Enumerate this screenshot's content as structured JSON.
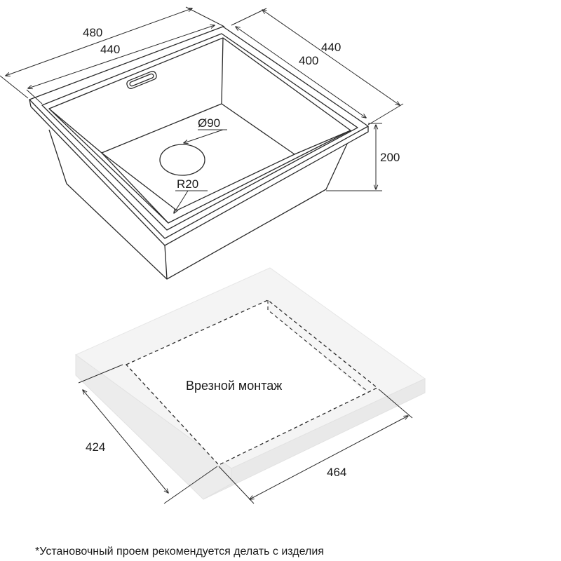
{
  "sink_drawing": {
    "dimensions": {
      "outer_width": "480",
      "inner_width": "440",
      "outer_depth": "440",
      "inner_depth": "400",
      "drain_diameter": "Ø90",
      "corner_radius": "R20",
      "height": "200"
    }
  },
  "cutout_drawing": {
    "label": "Врезной монтаж",
    "depth": "424",
    "width": "464"
  },
  "footnote": "*Установочный проем рекомендуется делать с изделия",
  "colors": {
    "line": "#2b2b2b",
    "countertop_fill": "#f4f4f4",
    "countertop_edge": "#e2e2e2",
    "text": "#1a1a1a"
  }
}
